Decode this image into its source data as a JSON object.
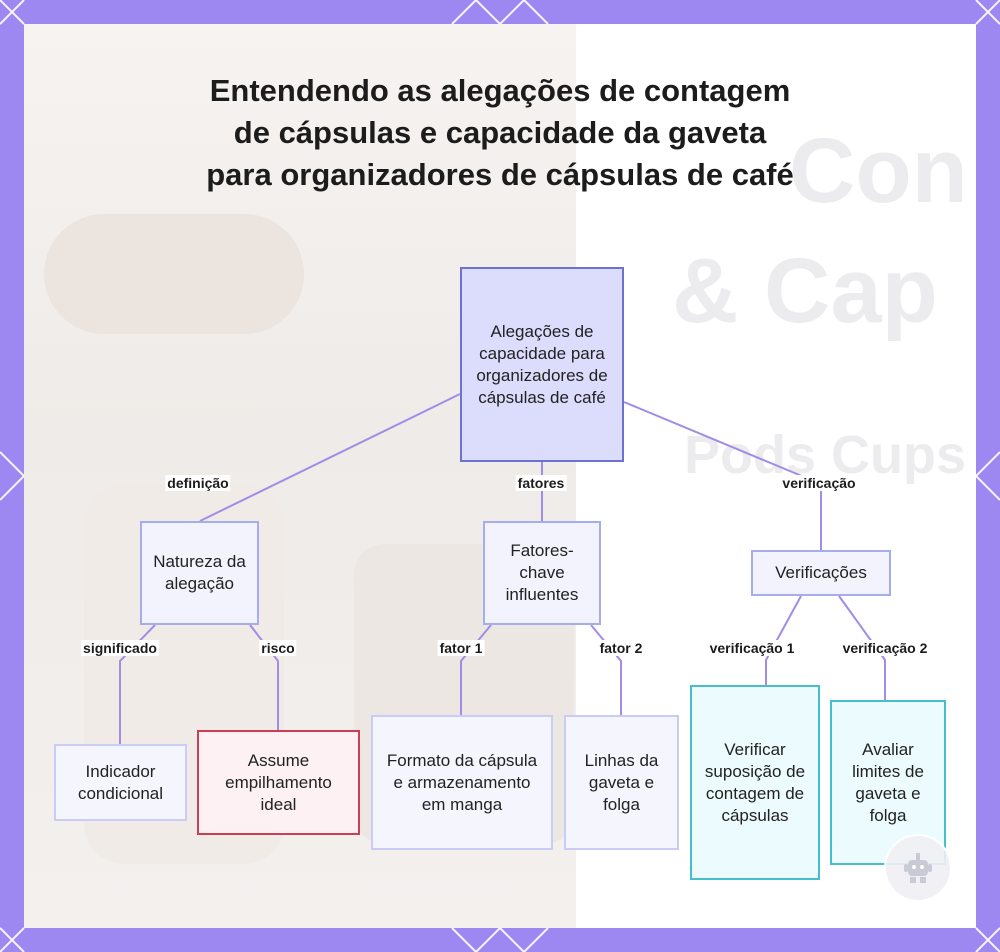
{
  "title": "Entendendo as alegações de contagem de cápsulas e capacidade da gaveta para organizadores de cápsulas de café",
  "background_text": [
    "Con",
    "& Cap",
    "Pods Cups"
  ],
  "colors": {
    "frame": "#9d88f2",
    "edge": "#a28ce6",
    "root_fill": "#dcdcfc",
    "root_border": "#6b72cf",
    "risk_border": "#cc3f52",
    "verify_border": "#45bfcc"
  },
  "nodes": {
    "root": "Alegações de capacidade para organizadores de cápsulas de café",
    "natureza": "Natureza da alegação",
    "fatores": "Fatores-chave influentes",
    "verificacoes": "Verificações",
    "indicador": "Indicador condicional",
    "assume": "Assume empilhamento ideal",
    "formato": "Formato da cápsula e armazenamento em manga",
    "linhas": "Linhas da gaveta e folga",
    "verificar": "Verificar suposição de contagem de cápsulas",
    "avaliar": "Avaliar limites de gaveta e folga"
  },
  "edge_labels": {
    "definicao": "definição",
    "fatores": "fatores",
    "verificacao": "verificação",
    "significado": "significado",
    "risco": "risco",
    "fator1": "fator 1",
    "fator2": "fator 2",
    "verificacao1": "verificação 1",
    "verificacao2": "verificação 2"
  },
  "logo_icon": "robot-logo-icon"
}
